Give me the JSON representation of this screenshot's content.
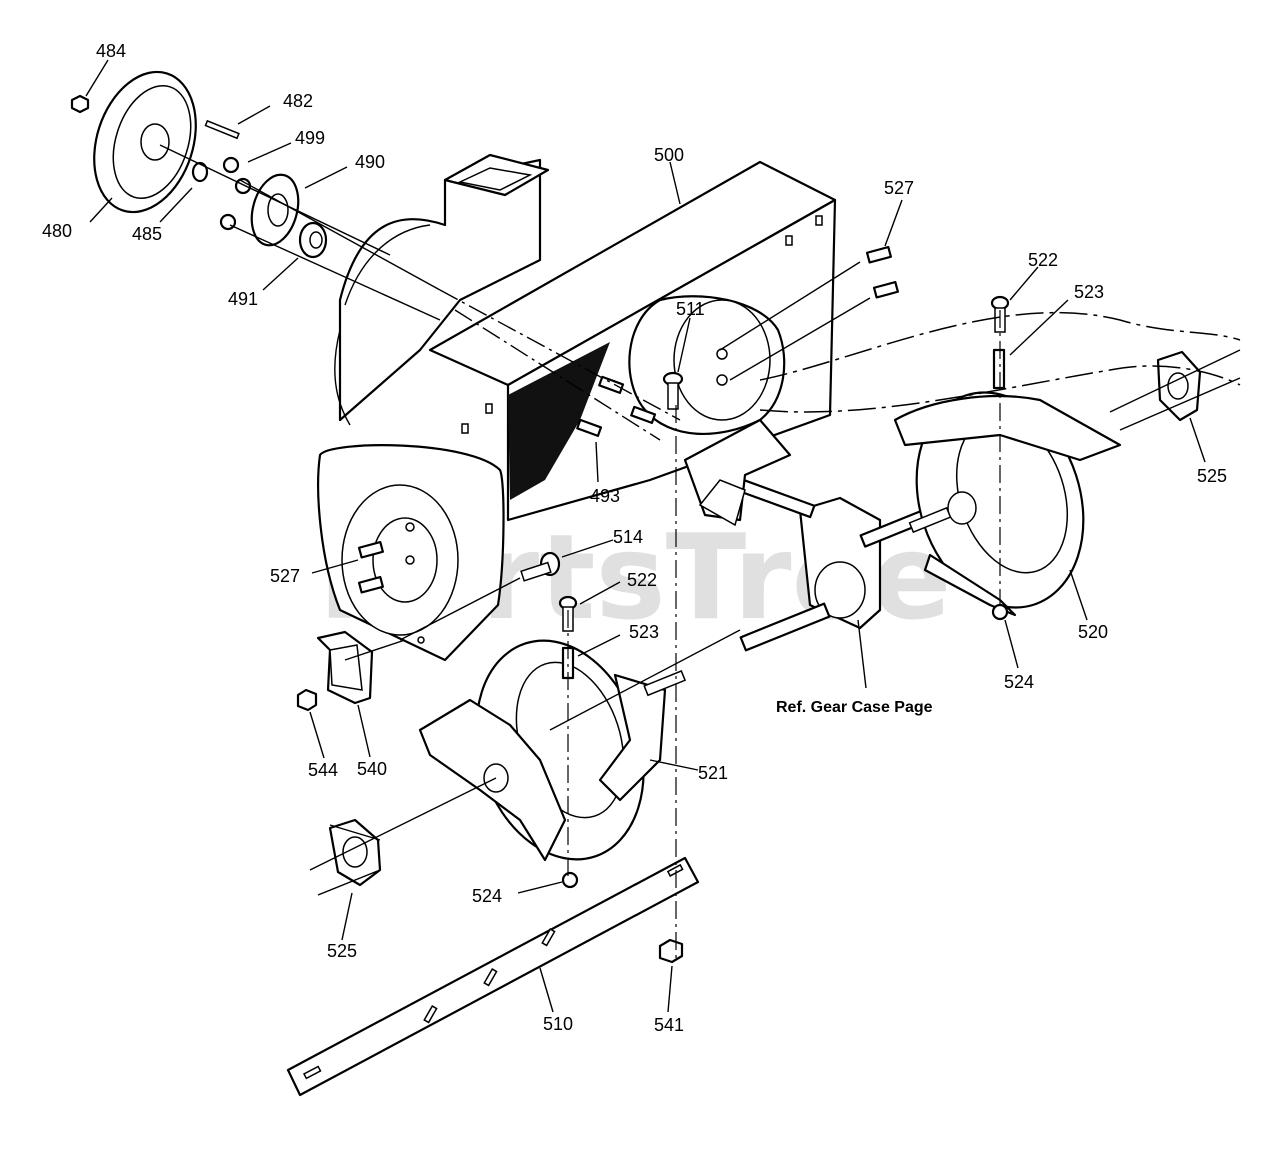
{
  "watermark": "PartsTree",
  "callouts": [
    {
      "id": "484",
      "text": "484"
    },
    {
      "id": "482",
      "text": "482"
    },
    {
      "id": "499",
      "text": "499"
    },
    {
      "id": "490",
      "text": "490"
    },
    {
      "id": "480",
      "text": "480"
    },
    {
      "id": "485",
      "text": "485"
    },
    {
      "id": "491",
      "text": "491"
    },
    {
      "id": "500",
      "text": "500"
    },
    {
      "id": "527a",
      "text": "527"
    },
    {
      "id": "522a",
      "text": "522"
    },
    {
      "id": "523a",
      "text": "523"
    },
    {
      "id": "511",
      "text": "511"
    },
    {
      "id": "525a",
      "text": "525"
    },
    {
      "id": "493",
      "text": "493"
    },
    {
      "id": "514",
      "text": "514"
    },
    {
      "id": "527b",
      "text": "527"
    },
    {
      "id": "522b",
      "text": "522"
    },
    {
      "id": "523b",
      "text": "523"
    },
    {
      "id": "520",
      "text": "520"
    },
    {
      "id": "524a",
      "text": "524"
    },
    {
      "id": "544",
      "text": "544"
    },
    {
      "id": "540",
      "text": "540"
    },
    {
      "id": "521",
      "text": "521"
    },
    {
      "id": "524b",
      "text": "524"
    },
    {
      "id": "525b",
      "text": "525"
    },
    {
      "id": "510",
      "text": "510"
    },
    {
      "id": "541",
      "text": "541"
    }
  ],
  "reference_note": "Ref. Gear Case Page"
}
